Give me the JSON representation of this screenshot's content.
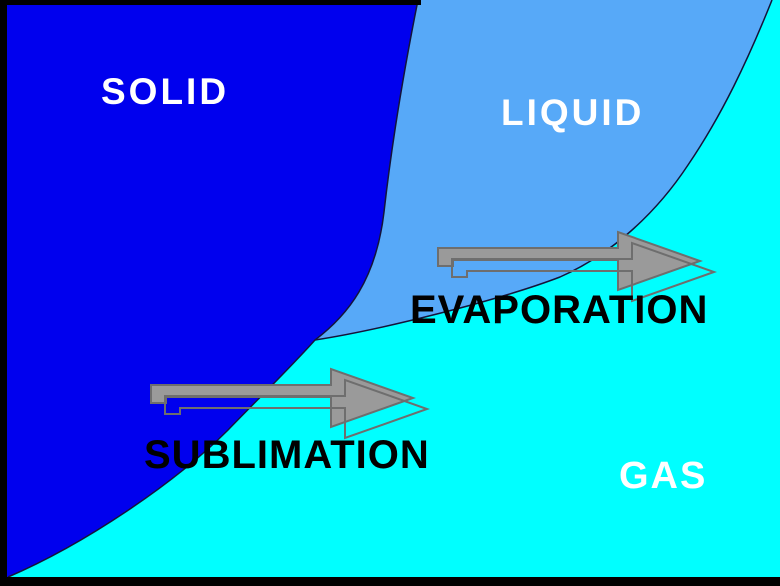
{
  "labels": {
    "solid": "SOLID",
    "liquid": "LIQUID",
    "gas": "GAS",
    "evaporation": "EVAPORATION",
    "sublimation": "SUBLIMATION"
  },
  "colors": {
    "solid_fill": "#0000ee",
    "liquid_fill": "#57a9f8",
    "gas_fill": "#00ffff",
    "boundary_stroke": "#14143a",
    "arrow_fill": "#9a9a9a",
    "arrow_stroke": "#6e6e6e",
    "border": "#000000",
    "label_light": "#ffffff",
    "label_dark": "#000000"
  }
}
